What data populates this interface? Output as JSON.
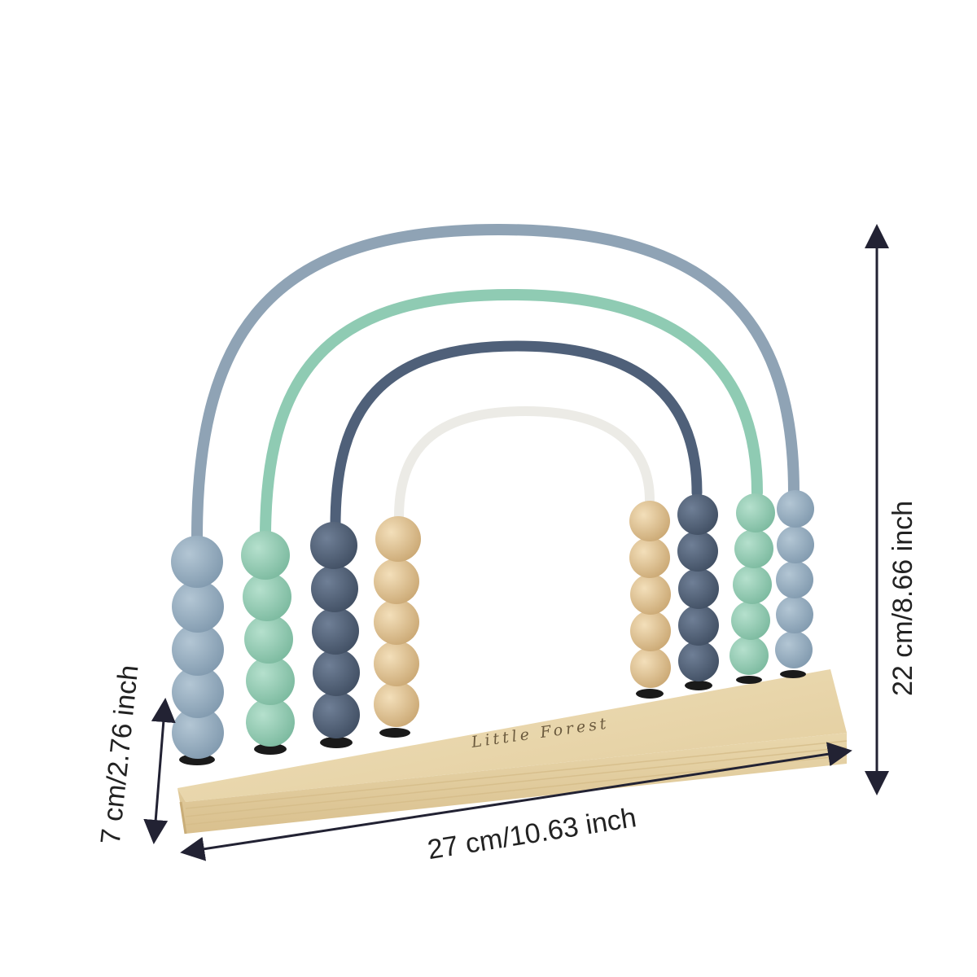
{
  "product": {
    "brand_engraving": "Little Forest",
    "arch_colors": [
      "#8fa3b5",
      "#8fcbb3",
      "#4f6079",
      "#ecebe6"
    ],
    "base_color": "#e8d6ac",
    "bead_columns": [
      {
        "rod": "outer",
        "side": "left",
        "count": 5,
        "color": "#8fa8bb"
      },
      {
        "rod": "second",
        "side": "left",
        "count": 5,
        "color": "#8fcbb3"
      },
      {
        "rod": "third",
        "side": "left",
        "count": 5,
        "color": "#4e5d72"
      },
      {
        "rod": "inner",
        "side": "left",
        "count": 5,
        "color": "#dfc195"
      },
      {
        "rod": "inner",
        "side": "right",
        "count": 5,
        "color": "#dfc195"
      },
      {
        "rod": "third",
        "side": "right",
        "count": 5,
        "color": "#4e5d72"
      },
      {
        "rod": "second",
        "side": "right",
        "count": 5,
        "color": "#8fcbb3"
      },
      {
        "rod": "outer",
        "side": "right",
        "count": 5,
        "color": "#8fa8bb"
      }
    ]
  },
  "dimensions": {
    "height_label": "22 cm/8.66 inch",
    "width_label": "27 cm/10.63 inch",
    "depth_label": "7 cm/2.76 inch"
  },
  "arrow_color": "#222233"
}
